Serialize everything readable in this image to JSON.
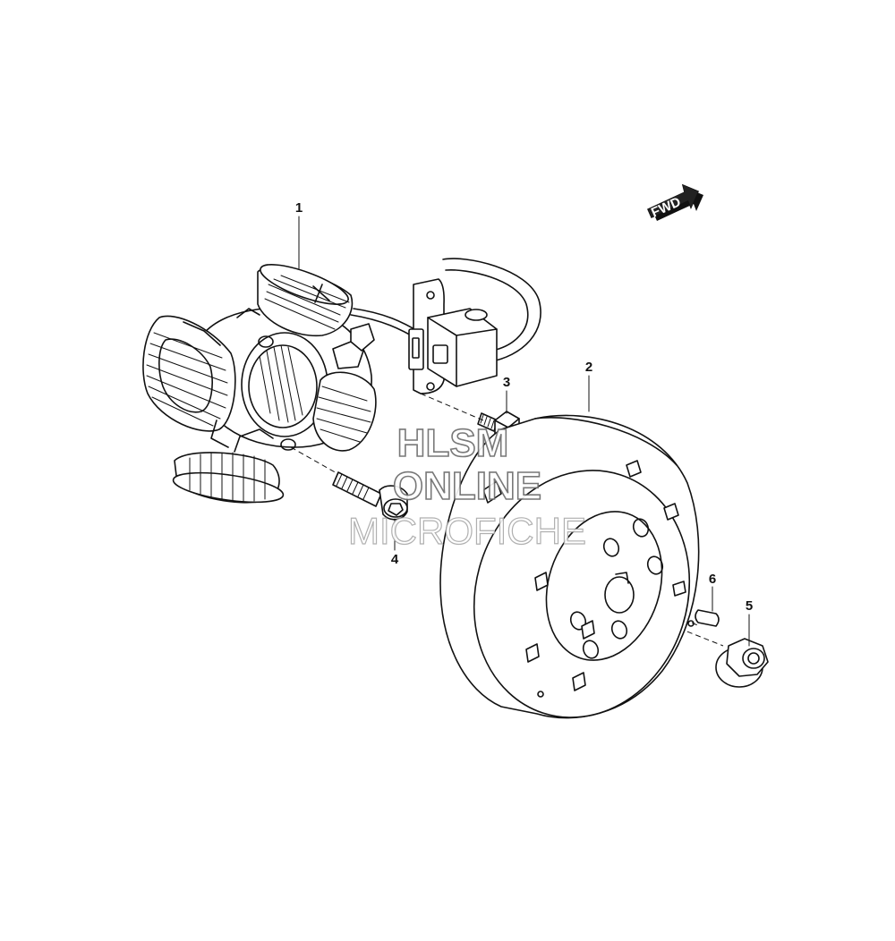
{
  "fwd_label": "FWD",
  "callouts": [
    {
      "id": "1",
      "name": "stator-magneto"
    },
    {
      "id": "2",
      "name": "flywheel-rotor"
    },
    {
      "id": "3",
      "name": "bolt-small"
    },
    {
      "id": "4",
      "name": "bolt-long"
    },
    {
      "id": "5",
      "name": "flange-nut"
    },
    {
      "id": "6",
      "name": "woodruff-key"
    }
  ],
  "watermark": {
    "line1": "HLSM",
    "line2": "ONLINE",
    "line3": "MICROFICHE"
  }
}
